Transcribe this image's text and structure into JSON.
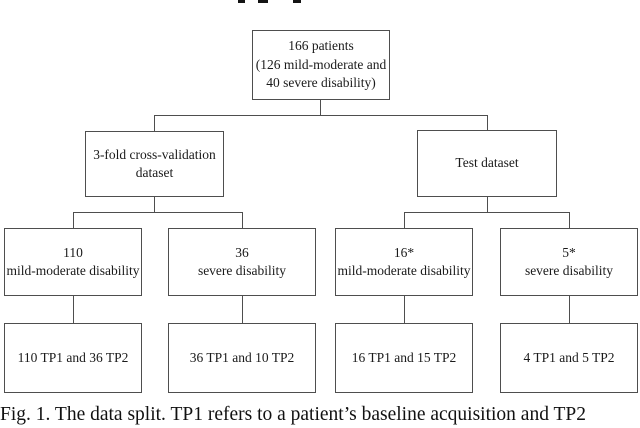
{
  "figure": {
    "caption": "Fig. 1. The data split. TP1 refers to a patient’s baseline acquisition and TP2",
    "boxes": {
      "root": {
        "line1": "166 patients",
        "line2": "(126 mild-moderate and",
        "line3": "40 severe disability)"
      },
      "cv": {
        "line1": "3-fold cross-validation",
        "line2": "dataset"
      },
      "test": {
        "line1": "Test dataset"
      },
      "cv_mild": {
        "line1": "110",
        "line2": "mild-moderate disability"
      },
      "cv_severe": {
        "line1": "36",
        "line2": "severe disability"
      },
      "test_mild": {
        "line1": "16*",
        "line2": "mild-moderate disability"
      },
      "test_severe": {
        "line1": "5*",
        "line2": "severe disability"
      },
      "cv_mild_tp": {
        "line1": "110 TP1 and 36 TP2"
      },
      "cv_severe_tp": {
        "line1": "36 TP1 and 10 TP2"
      },
      "test_mild_tp": {
        "line1": "16 TP1 and 15 TP2"
      },
      "test_severe_tp": {
        "line1": "4 TP1 and 5 TP2"
      }
    },
    "colors": {
      "box_border": "#4e4e4e",
      "connector": "#4e4e4e",
      "text": "#1a1a1a",
      "background": "#ffffff"
    }
  }
}
